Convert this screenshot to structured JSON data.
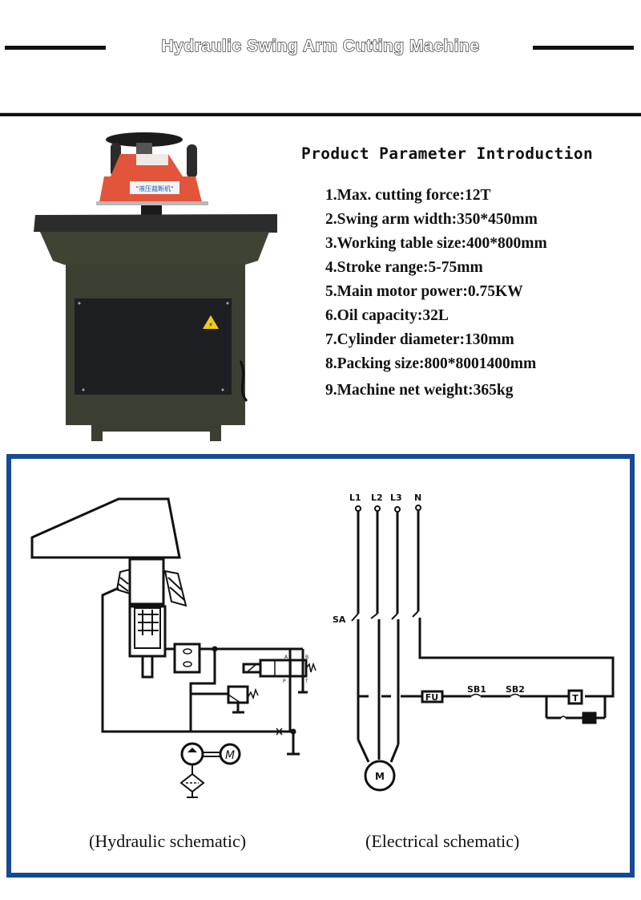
{
  "header": {
    "title": "Hydraulic Swing Arm Cutting Machine"
  },
  "product_image": {
    "description": "Hydraulic swing arm cutting machine photo",
    "colors": {
      "head": "#e2553a",
      "body": "#3a3e31",
      "table": "#2a2d2a"
    },
    "head_label": "\"液压裁断机\"",
    "warning_icon": "electrical-hazard-icon"
  },
  "parameters": {
    "title": "Product Parameter Introduction",
    "items": [
      {
        "label": "1.Max. cutting force:12T"
      },
      {
        "label": "2.Swing arm width:350*450mm"
      },
      {
        "label": "3.Working table size:400*800mm"
      },
      {
        "label": "4.Stroke range:5-75mm"
      },
      {
        "label": "5.Main motor power:0.75KW"
      },
      {
        "label": "6.Oil capacity:32L"
      },
      {
        "label": "7.Cylinder diameter:130mm"
      },
      {
        "label": "8.Packing size:800*8001400mm"
      },
      {
        "label": "9.Machine net weight:365kg"
      }
    ]
  },
  "schematics": {
    "frame_color": "#164a94",
    "hydraulic": {
      "caption": "(Hydraulic schematic)",
      "valve_ports": [
        "A",
        "B",
        "P",
        "T"
      ],
      "motor_label": "M"
    },
    "electrical": {
      "caption": "(Electrical schematic)",
      "terminals": [
        "L1",
        "L2",
        "L3",
        "N"
      ],
      "switch_label": "SA",
      "fuse_label": "FU",
      "buttons": [
        "SB1",
        "SB2"
      ],
      "timer_label": "T",
      "motor_label": "M"
    }
  }
}
